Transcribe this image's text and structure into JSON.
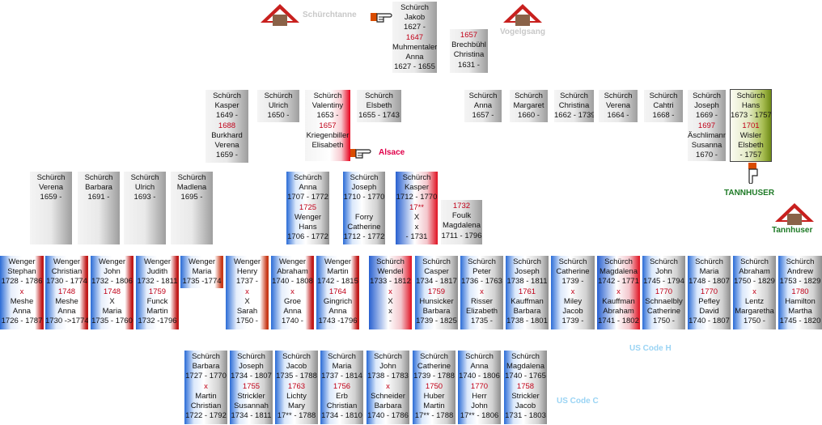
{
  "labels": {
    "schurchtanne": "Schürchtanne",
    "vogelgsang": "Vogelgsang",
    "alsace": "Alsace",
    "tannhuser_caps": "TANNHUSER",
    "tannhuser": "Tannhuser",
    "us_code_h": "US Code H",
    "us_code_c": "US Code C"
  },
  "colors": {
    "label_gray": "#c8c8c8",
    "alsace": "#e0004a",
    "tannhuser_green": "#1e7a26",
    "us_code": "#9ad4f4",
    "marriage_red": "#c00018",
    "house_red": "#c8201e",
    "house_brown": "#8a6248"
  },
  "icons": [
    "house-icon",
    "pointing-hand-icon"
  ],
  "cards": [
    {
      "name": "jakob-card",
      "lines": [
        [
          "Schürch"
        ],
        [
          "Jakob"
        ],
        [
          "1627 -"
        ],
        [
          "1647",
          "r"
        ],
        [
          "Muhmentaler"
        ],
        [
          "Anna"
        ],
        [
          "1627 - 1655"
        ]
      ]
    },
    {
      "name": "christina-brechbuehl-card",
      "lines": [
        [
          "1657",
          "r"
        ],
        [
          "Brechbühl"
        ],
        [
          "Christina"
        ],
        [
          "1631 -"
        ]
      ]
    },
    {
      "name": "kasper-1649-card",
      "lines": [
        [
          "Schürch"
        ],
        [
          "Kasper"
        ],
        [
          "1649 -"
        ],
        [
          "1688",
          "r"
        ],
        [
          "Burkhard"
        ],
        [
          "Verena"
        ],
        [
          "1659 -"
        ]
      ]
    },
    {
      "name": "ulrich-1650-card",
      "lines": [
        [
          "Schürch"
        ],
        [
          "Ulrich"
        ],
        [
          "1650 -"
        ]
      ]
    },
    {
      "name": "valentiny-card",
      "lines": [
        [
          "Schürch"
        ],
        [
          "Valentiny"
        ],
        [
          "1653 -"
        ],
        [
          "1657",
          "r"
        ],
        [
          "Kriegenbiller"
        ],
        [
          "Elisabeth"
        ]
      ]
    },
    {
      "name": "elsbeth-1655-card",
      "lines": [
        [
          "Schürch"
        ],
        [
          "Elsbeth"
        ],
        [
          "1655 - 1743"
        ]
      ]
    },
    {
      "name": "anna-1657-card",
      "lines": [
        [
          "Schürch"
        ],
        [
          "Anna"
        ],
        [
          "1657 -"
        ]
      ]
    },
    {
      "name": "margaret-1660-card",
      "lines": [
        [
          "Schürch"
        ],
        [
          "Margaret"
        ],
        [
          "1660 -"
        ]
      ]
    },
    {
      "name": "christina-1662-card",
      "lines": [
        [
          "Schürch"
        ],
        [
          "Christina"
        ],
        [
          "1662 - 1739"
        ]
      ]
    },
    {
      "name": "verena-1664-card",
      "lines": [
        [
          "Schürch"
        ],
        [
          "Verena"
        ],
        [
          "1664 -"
        ]
      ]
    },
    {
      "name": "cahtri-1668-card",
      "lines": [
        [
          "Schürch"
        ],
        [
          "Cahtri"
        ],
        [
          "1668 -"
        ]
      ]
    },
    {
      "name": "joseph-1669-card",
      "lines": [
        [
          "Schürch"
        ],
        [
          "Joseph"
        ],
        [
          "1669 -"
        ],
        [
          "1697",
          "r"
        ],
        [
          "Äschlimann"
        ],
        [
          "Susanna"
        ],
        [
          "1670 -"
        ]
      ]
    },
    {
      "name": "hans-1673-card",
      "lines": [
        [
          "Schürch"
        ],
        [
          "Hans"
        ],
        [
          "1673 - 1757"
        ],
        [
          "1701",
          "r"
        ],
        [
          "Wisler"
        ],
        [
          "Elsbeth"
        ],
        [
          "- 1757"
        ]
      ]
    },
    {
      "name": "verena-1659-card",
      "lines": [
        [
          "Schürch"
        ],
        [
          "Verena"
        ],
        [
          "1659 -"
        ]
      ]
    },
    {
      "name": "barbara-1691-card",
      "lines": [
        [
          "Schürch"
        ],
        [
          "Barbara"
        ],
        [
          "1691 -"
        ]
      ]
    },
    {
      "name": "ulrich-1693-card",
      "lines": [
        [
          "Schürch"
        ],
        [
          "Ulrich"
        ],
        [
          "1693 -"
        ]
      ]
    },
    {
      "name": "madlena-1695-card",
      "lines": [
        [
          "Schürch"
        ],
        [
          "Madlena"
        ],
        [
          "1695 -"
        ]
      ]
    },
    {
      "name": "anna-1707-card",
      "lines": [
        [
          "Schürch"
        ],
        [
          "Anna"
        ],
        [
          "1707 - 1772"
        ],
        [
          "1725",
          "r"
        ],
        [
          "Wenger"
        ],
        [
          "Hans"
        ],
        [
          "1706 - 1772"
        ]
      ]
    },
    {
      "name": "joseph-1710-card",
      "lines": [
        [
          "Schürch"
        ],
        [
          "Joseph"
        ],
        [
          "1710 - 1770"
        ],
        [
          ""
        ],
        [
          "Forry"
        ],
        [
          "Catherine"
        ],
        [
          "1712 - 1772"
        ]
      ]
    },
    {
      "name": "kasper-1712-card",
      "lines": [
        [
          "Schürch"
        ],
        [
          "Kasper"
        ],
        [
          "1712 - 1770"
        ],
        [
          "17**",
          "r"
        ],
        [
          "X"
        ],
        [
          "x"
        ],
        [
          "- 1731"
        ]
      ]
    },
    {
      "name": "magdalena-foulk-card",
      "lines": [
        [
          "1732",
          "r"
        ],
        [
          "Foulk"
        ],
        [
          "Magdalena"
        ],
        [
          "1711 - 1796"
        ]
      ]
    },
    {
      "name": "wenger-stephan-card",
      "lines": [
        [
          "Wenger"
        ],
        [
          "Stephan"
        ],
        [
          "1728 - 1786"
        ],
        [
          "x",
          "r"
        ],
        [
          "Meshe"
        ],
        [
          "Anna"
        ],
        [
          "1726 - 1787"
        ]
      ]
    },
    {
      "name": "wenger-christian-card",
      "lines": [
        [
          "Wenger"
        ],
        [
          "Christian"
        ],
        [
          "1730 - 1774"
        ],
        [
          "1748",
          "r"
        ],
        [
          "Meshe"
        ],
        [
          "Anna"
        ],
        [
          "1730 ->1774"
        ]
      ]
    },
    {
      "name": "wenger-john-card",
      "lines": [
        [
          "Wenger"
        ],
        [
          "John"
        ],
        [
          "1732 - 1806"
        ],
        [
          "1748",
          "r"
        ],
        [
          "X"
        ],
        [
          "Maria"
        ],
        [
          "1735 - 1760"
        ]
      ]
    },
    {
      "name": "wenger-judith-card",
      "lines": [
        [
          "Wenger"
        ],
        [
          "Judith"
        ],
        [
          "1732 - 1811"
        ],
        [
          "1759",
          "r"
        ],
        [
          "Funck"
        ],
        [
          "Martin"
        ],
        [
          "1732 -1796"
        ]
      ]
    },
    {
      "name": "wenger-maria-card",
      "lines": [
        [
          "Wenger"
        ],
        [
          "Maria"
        ],
        [
          "1735 -1774"
        ]
      ]
    },
    {
      "name": "wenger-henry-card",
      "lines": [
        [
          "Wenger"
        ],
        [
          "Henry"
        ],
        [
          "1737 -"
        ],
        [
          "x",
          "r"
        ],
        [
          "X"
        ],
        [
          "Sarah"
        ],
        [
          "1750 -"
        ]
      ]
    },
    {
      "name": "wenger-abraham-card",
      "lines": [
        [
          "Wenger"
        ],
        [
          "Abraham"
        ],
        [
          "1740 - 1808"
        ],
        [
          "x",
          "r"
        ],
        [
          "Groe"
        ],
        [
          "Anna"
        ],
        [
          "1740 -"
        ]
      ]
    },
    {
      "name": "wenger-martin-card",
      "lines": [
        [
          "Wenger"
        ],
        [
          "Martin"
        ],
        [
          "1742 - 1815"
        ],
        [
          "1764",
          "r"
        ],
        [
          "Gingrich"
        ],
        [
          "Anna"
        ],
        [
          "1743 -1796"
        ]
      ]
    },
    {
      "name": "wendel-card",
      "lines": [
        [
          "Schürch"
        ],
        [
          "Wendel"
        ],
        [
          "1733 - 1812"
        ],
        [
          "x",
          "r"
        ],
        [
          "X"
        ],
        [
          "x"
        ],
        [
          "-"
        ]
      ]
    },
    {
      "name": "casper-1734-card",
      "lines": [
        [
          "Schürch"
        ],
        [
          "Casper"
        ],
        [
          "1734 - 1817"
        ],
        [
          "1759",
          "r"
        ],
        [
          "Hunsicker"
        ],
        [
          "Barbara"
        ],
        [
          "1739 - 1825"
        ]
      ]
    },
    {
      "name": "peter-1736-card",
      "lines": [
        [
          "Schürch"
        ],
        [
          "Peter"
        ],
        [
          "1736 - 1763"
        ],
        [
          "x",
          "r"
        ],
        [
          "Risser"
        ],
        [
          "Elizabeth"
        ],
        [
          "1735 -"
        ]
      ]
    },
    {
      "name": "joseph-1738-card",
      "lines": [
        [
          "Schürch"
        ],
        [
          "Joseph"
        ],
        [
          "1738 - 1811"
        ],
        [
          "1761",
          "r"
        ],
        [
          "Kauffman"
        ],
        [
          "Barbara"
        ],
        [
          "1738 - 1801"
        ]
      ]
    },
    {
      "name": "catherine-1739-card",
      "lines": [
        [
          "Schürch"
        ],
        [
          "Catherine"
        ],
        [
          "1739 -"
        ],
        [
          "x",
          "r"
        ],
        [
          "Miley"
        ],
        [
          "Jacob"
        ],
        [
          "1739 -"
        ]
      ]
    },
    {
      "name": "magdalena-1742-card",
      "lines": [
        [
          "Schürch"
        ],
        [
          "Magdalena"
        ],
        [
          "1742 - 1771"
        ],
        [
          "x",
          "r"
        ],
        [
          "Kauffman"
        ],
        [
          "Abraham"
        ],
        [
          "1741 - 1802"
        ]
      ]
    },
    {
      "name": "john-1745-card",
      "lines": [
        [
          "Schürch"
        ],
        [
          "John"
        ],
        [
          "1745 - 1794"
        ],
        [
          "1770",
          "r"
        ],
        [
          "Schnaelbly"
        ],
        [
          "Catherine"
        ],
        [
          "1750 -"
        ]
      ]
    },
    {
      "name": "maria-1748-card",
      "lines": [
        [
          "Schürch"
        ],
        [
          "Maria"
        ],
        [
          "1748 - 1807"
        ],
        [
          "1770",
          "r"
        ],
        [
          "Pefley"
        ],
        [
          "David"
        ],
        [
          "1740 - 1807"
        ]
      ]
    },
    {
      "name": "abraham-1750-card",
      "lines": [
        [
          "Schürch"
        ],
        [
          "Abraham"
        ],
        [
          "1750 - 1829"
        ],
        [
          "x",
          "r"
        ],
        [
          "Lentz"
        ],
        [
          "Margaretha"
        ],
        [
          "1750 -"
        ]
      ]
    },
    {
      "name": "andrew-1753-card",
      "lines": [
        [
          "Schürch"
        ],
        [
          "Andrew"
        ],
        [
          "1753 - 1829"
        ],
        [
          "1780",
          "r"
        ],
        [
          "Hamilton"
        ],
        [
          "Martha"
        ],
        [
          "1745 - 1820"
        ]
      ]
    },
    {
      "name": "barbara-1727-card",
      "lines": [
        [
          "Schürch"
        ],
        [
          "Barbara"
        ],
        [
          "1727 - 1770"
        ],
        [
          "x",
          "r"
        ],
        [
          "Martin"
        ],
        [
          "Christian"
        ],
        [
          "1722 - 1792"
        ]
      ]
    },
    {
      "name": "joseph-1734-card",
      "lines": [
        [
          "Schürch"
        ],
        [
          "Joseph"
        ],
        [
          "1734 - 1807"
        ],
        [
          "1755",
          "r"
        ],
        [
          "Strickler"
        ],
        [
          "Susannah"
        ],
        [
          "1734 - 1811"
        ]
      ]
    },
    {
      "name": "jacob-1735-card",
      "lines": [
        [
          "Schürch"
        ],
        [
          "Jacob"
        ],
        [
          "1735 - 1788"
        ],
        [
          "1763",
          "r"
        ],
        [
          "Lichty"
        ],
        [
          "Mary"
        ],
        [
          "17** - 1788"
        ]
      ]
    },
    {
      "name": "maria-1737-card",
      "lines": [
        [
          "Schürch"
        ],
        [
          "Maria"
        ],
        [
          "1737 - 1814"
        ],
        [
          "1756",
          "r"
        ],
        [
          "Erb"
        ],
        [
          "Christian"
        ],
        [
          "1734 - 1810"
        ]
      ]
    },
    {
      "name": "john-1738-card",
      "lines": [
        [
          "Schürch"
        ],
        [
          "John"
        ],
        [
          "1738 - 1783"
        ],
        [
          "x",
          "r"
        ],
        [
          "Schneider"
        ],
        [
          "Barbara"
        ],
        [
          "1740 - 1786"
        ]
      ]
    },
    {
      "name": "catherine-1739b-card",
      "lines": [
        [
          "Schürch"
        ],
        [
          "Catherine"
        ],
        [
          "1739 - 1788"
        ],
        [
          "1750",
          "r"
        ],
        [
          "Huber"
        ],
        [
          "Martin"
        ],
        [
          "17** - 1788"
        ]
      ]
    },
    {
      "name": "anna-1740-card",
      "lines": [
        [
          "Schürch"
        ],
        [
          "Anna"
        ],
        [
          "1740 - 1806"
        ],
        [
          "1770",
          "r"
        ],
        [
          "Herr"
        ],
        [
          "John"
        ],
        [
          "17** - 1806"
        ]
      ]
    },
    {
      "name": "magdalena-1740-card",
      "lines": [
        [
          "Schürch"
        ],
        [
          "Magdalena"
        ],
        [
          "1740 - 1765"
        ],
        [
          "1758",
          "r"
        ],
        [
          "Strickler"
        ],
        [
          "Jacob"
        ],
        [
          "1731 - 1803"
        ]
      ]
    }
  ]
}
